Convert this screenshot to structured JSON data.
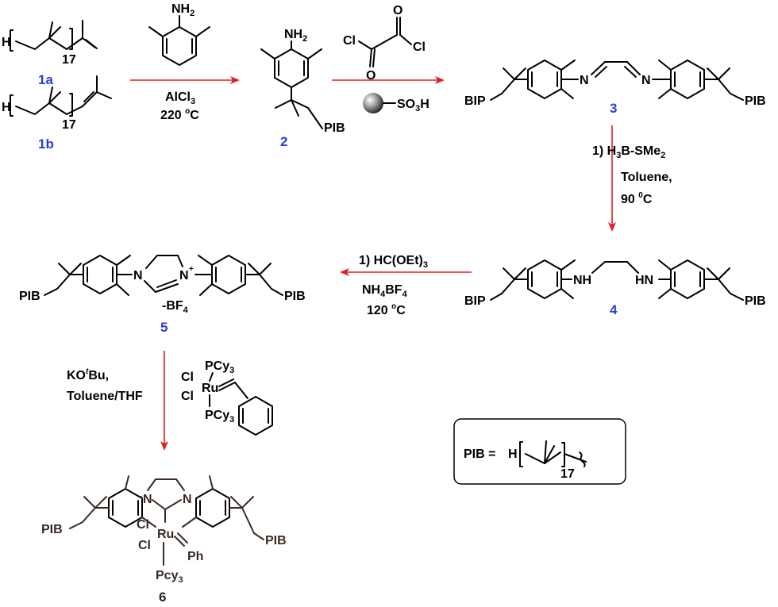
{
  "compounds": {
    "c1a": "1a",
    "c1b": "1b",
    "c2": "2",
    "c3": "3",
    "c4": "4",
    "c5": "5",
    "c6": "6"
  },
  "atoms": {
    "H": "H",
    "NH2": "NH",
    "N": "N",
    "NH": "NH",
    "HN": "HN",
    "Cl": "Cl",
    "O": "O",
    "Ru": "Ru",
    "PIB": "PIB",
    "BIP": "BIP",
    "repeat": "17",
    "anion": "-BF",
    "ph": "Ph",
    "pcy3_lower": "Pcy",
    "pcy3": "PCy",
    "so3h": "SO",
    "so3h_h": "H"
  },
  "reagents": {
    "step1_line1": "AlCl",
    "step1_line2": "220 ",
    "step1_deg": "o",
    "step1_unit": "C",
    "step3_line1a": "1) H",
    "step3_line1b": "B-SMe",
    "step3_line2": "Toluene,",
    "step3_line3": "90 ",
    "step3_deg": "0",
    "step3_unit": "C",
    "step4_line1": "1) HC(OEt)",
    "step4_line2a": "NH",
    "step4_line2b": "BF",
    "step4_line3": "120 ",
    "step4_deg": "o",
    "step4_unit": "C",
    "step5_line1a": "KO",
    "step5_line1b": "t",
    "step5_line1c": "Bu,",
    "step5_line2": "Toluene/THF"
  },
  "definition": {
    "label": "PIB =",
    "h": "H",
    "n": "17"
  }
}
